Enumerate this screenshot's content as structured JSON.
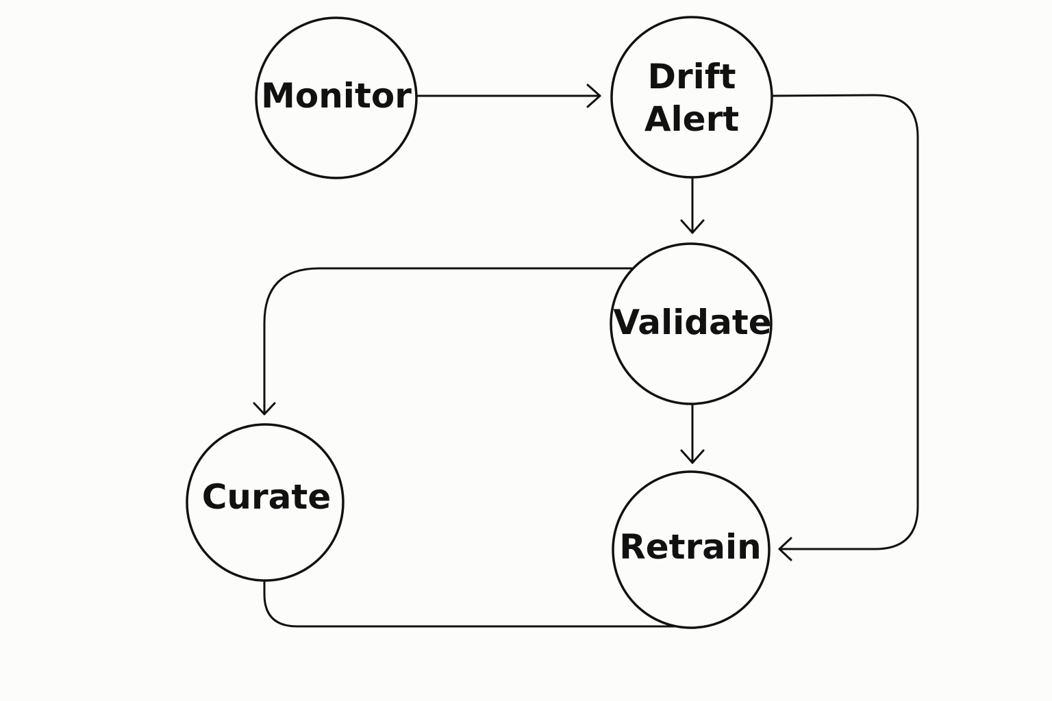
{
  "diagram": {
    "nodes": {
      "monitor": {
        "lines": [
          "Monitor"
        ]
      },
      "drift_alert": {
        "lines": [
          "Drift",
          "Alert"
        ]
      },
      "validate": {
        "lines": [
          "Validate"
        ]
      },
      "curate": {
        "lines": [
          "Curate"
        ]
      },
      "retrain": {
        "lines": [
          "Retrain"
        ]
      }
    },
    "edges": [
      {
        "from": "Monitor",
        "to": "Drift Alert"
      },
      {
        "from": "Drift Alert",
        "to": "Validate"
      },
      {
        "from": "Drift Alert",
        "to": "Retrain"
      },
      {
        "from": "Validate",
        "to": "Retrain"
      },
      {
        "from": "Validate",
        "to": "Curate"
      },
      {
        "from": "Curate",
        "to": "Retrain"
      }
    ],
    "colors": {
      "background": "#fcfcfa",
      "stroke": "#111111",
      "text": "#111111"
    }
  }
}
